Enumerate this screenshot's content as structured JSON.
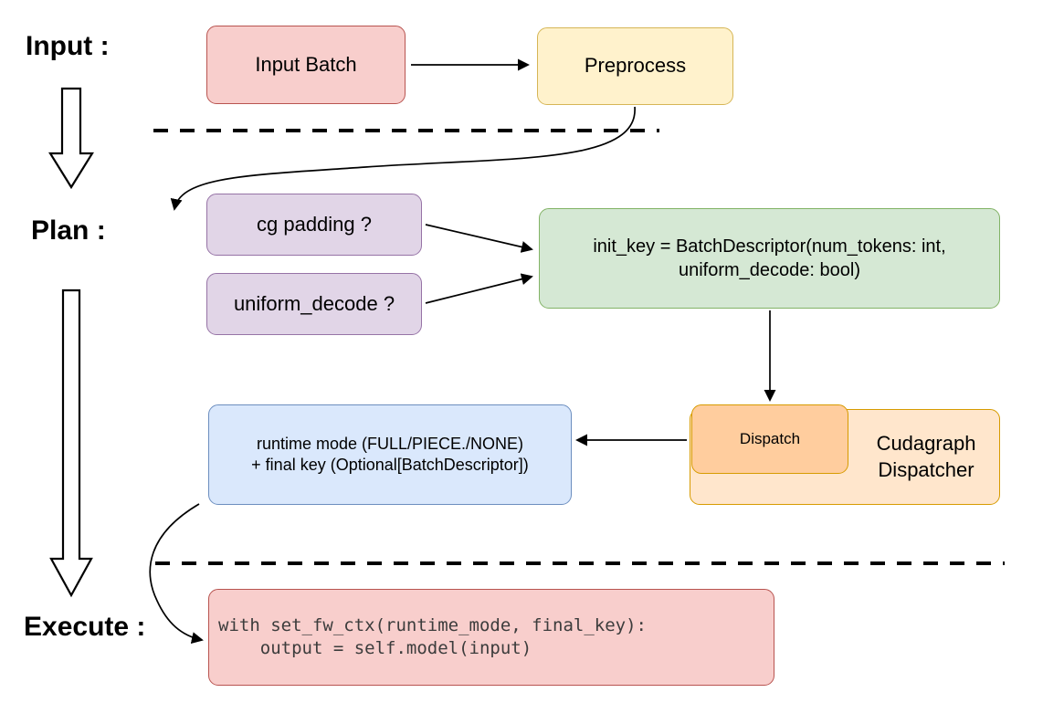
{
  "phase_labels": {
    "input": "Input :",
    "plan": "Plan :",
    "execute": "Execute :"
  },
  "nodes": {
    "input_batch": {
      "label": "Input Batch",
      "fill": "#f8cecc",
      "stroke": "#b85450"
    },
    "preprocess": {
      "label": "Preprocess",
      "fill": "#fff2cc",
      "stroke": "#d6b656"
    },
    "cg_padding": {
      "label": "cg padding ?",
      "fill": "#e1d5e7",
      "stroke": "#9673a6"
    },
    "uniform_decode": {
      "label": "uniform_decode ?",
      "fill": "#e1d5e7",
      "stroke": "#9673a6"
    },
    "init_key": {
      "line1": "init_key = BatchDescriptor(num_tokens: int,",
      "line2": "uniform_decode: bool)",
      "fill": "#d5e8d4",
      "stroke": "#82b366"
    },
    "dispatch": {
      "label": "Dispatch",
      "fill": "#ffcd9e",
      "stroke": "#d79b00"
    },
    "cudagraph_dispatcher": {
      "line1": "Cudagraph",
      "line2": "Dispatcher",
      "fill": "#ffe6cc",
      "stroke": "#d79b00"
    },
    "runtime_mode": {
      "line1": "runtime mode (FULL/PIECE./NONE)",
      "line2": "+ final key (Optional[BatchDescriptor])",
      "fill": "#dae8fc",
      "stroke": "#6c8ebf"
    },
    "execute_code": {
      "line1": "with set_fw_ctx(runtime_mode, final_key):",
      "line2": "    output = self.model(input)",
      "fill": "#f8cecc",
      "stroke": "#b85450"
    }
  }
}
